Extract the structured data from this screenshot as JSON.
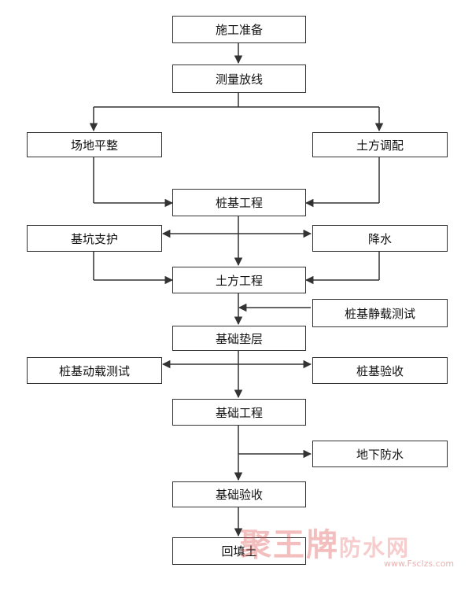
{
  "nodes": {
    "prep": "施工准备",
    "survey": "测量放线",
    "leveling": "场地平整",
    "earth_allocation": "土方调配",
    "pile": "桩基工程",
    "pit_support": "基坑支护",
    "dewatering": "降水",
    "earthwork": "土方工程",
    "pile_static_test": "桩基静载测试",
    "cushion": "基础垫层",
    "pile_dynamic_test": "桩基动载测试",
    "pile_acceptance": "桩基验收",
    "foundation": "基础工程",
    "underground_waterproof": "地下防水",
    "foundation_acceptance": "基础验收",
    "backfill": "回填土"
  },
  "watermark": {
    "text": "聚王牌",
    "tail": "防水网",
    "url": "www.Fsclzs.com"
  },
  "colors": {
    "line": "#333333",
    "box_border": "#333333",
    "watermark": "#dc4646"
  }
}
